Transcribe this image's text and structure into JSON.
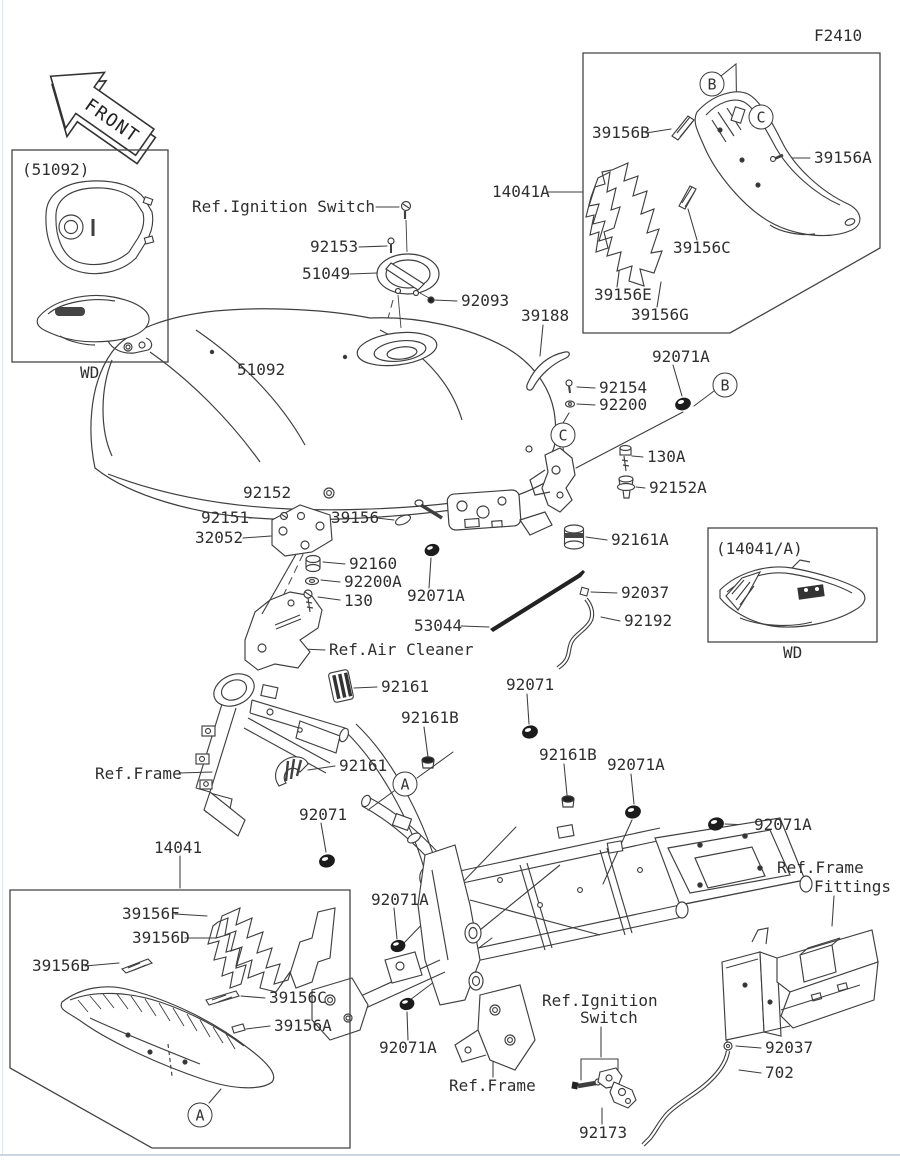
{
  "page_code": "F2410",
  "front_marker": "FRONT",
  "callouts": {
    "a": "A",
    "b": "B",
    "c": "C"
  },
  "insets": {
    "tank_alt": {
      "title": "(51092)",
      "view_code": "WD"
    },
    "cover_alt": {
      "title": "(14041/A)",
      "view_code": "WD"
    }
  },
  "labels": {
    "ref_ignition_switch_top": "Ref.Ignition Switch",
    "p92153": "92153",
    "p51049": "51049",
    "p92093": "92093",
    "p39188": "39188",
    "p51092": "51092",
    "p92154": "92154",
    "p92200": "92200",
    "p92071a_top": "92071A",
    "p130a": "130A",
    "p92152a": "92152A",
    "p92161a": "92161A",
    "p92152": "92152",
    "p92151": "92151",
    "p32052": "32052",
    "p39156": "39156",
    "p92160": "92160",
    "p92200a": "92200A",
    "p130": "130",
    "p92071a_mid": "92071A",
    "p53044": "53044",
    "p92037_mid": "92037",
    "p92192": "92192",
    "ref_air_cleaner": "Ref.Air Cleaner",
    "p92161_upper": "92161",
    "p92161_lower": "92161",
    "p92161b_left": "92161B",
    "p92161b_mid": "92161B",
    "ref_frame_upper": "Ref.Frame",
    "p92071_upper": "92071",
    "p92071_lower": "92071",
    "p92071a_seat": "92071A",
    "p92071a_rear": "92071A",
    "p14041": "14041",
    "p14041a": "14041A",
    "p39156b_in2": "39156B",
    "p39156a_in2": "39156A",
    "p39156c_in2": "39156C",
    "p39156e": "39156E",
    "p39156g": "39156G",
    "p39156f": "39156F",
    "p39156d": "39156D",
    "p39156b_box": "39156B",
    "p39156c_box": "39156C",
    "p39156a_box": "39156A",
    "p92071a_left": "92071A",
    "p92071a_lower": "92071A",
    "ref_frame_lower": "Ref.Frame",
    "ref_ignition_bottom_line1": "Ref.Ignition",
    "ref_ignition_bottom_line2": "Switch",
    "p92173": "92173",
    "p92037_bottom": "92037",
    "p702": "702",
    "ref_frame_fittings_line1": "Ref.Frame",
    "ref_frame_fittings_line2": "Fittings"
  }
}
